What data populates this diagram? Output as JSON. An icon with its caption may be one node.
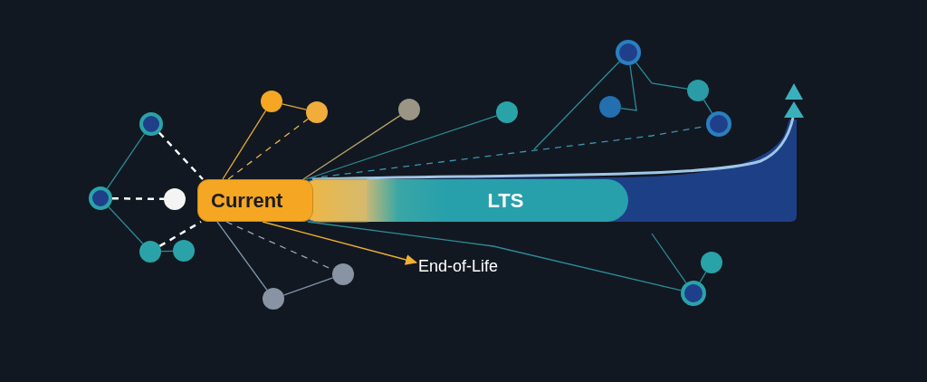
{
  "diagram": {
    "nodes": [
      {
        "text": [
          "Current"
        ]
      },
      {
        "text": [
          "LTS"
        ]
      },
      {
        "text": [
          "End-of-Life"
        ]
      },
      {
        "text": [],
        "shape": "circle"
      },
      {
        "text": [],
        "shape": "circle"
      },
      {
        "text": [],
        "shape": "circle"
      },
      {
        "text": [],
        "shape": "circle"
      },
      {
        "text": [],
        "shape": "circle"
      },
      {
        "text": [],
        "shape": "circle"
      },
      {
        "text": [],
        "shape": "circle"
      },
      {
        "text": [],
        "shape": "circle"
      },
      {
        "text": [],
        "shape": "circle"
      },
      {
        "text": [],
        "shape": "circle"
      },
      {
        "text": [],
        "shape": "circle"
      },
      {
        "text": [],
        "shape": "circle"
      },
      {
        "text": [],
        "shape": "circle"
      },
      {
        "text": [],
        "shape": "circle"
      },
      {
        "text": [],
        "shape": "circle"
      },
      {
        "text": [],
        "shape": "circle"
      },
      {
        "text": [],
        "shape": "circle"
      }
    ],
    "edges": [
      {
        "from": 4,
        "to": 3,
        "arrow": "none"
      },
      {
        "from": 4,
        "to": 6,
        "arrow": "none"
      },
      {
        "from": 3,
        "to": 0,
        "arrow": "none",
        "style": "dashed",
        "color": "#ffffff"
      },
      {
        "from": 4,
        "to": 5,
        "arrow": "none",
        "style": "dashed",
        "color": "#ffffff"
      },
      {
        "from": 6,
        "to": 0,
        "arrow": "none",
        "style": "dashed",
        "color": "#ffffff"
      },
      {
        "from": 6,
        "to": 7,
        "arrow": "none"
      },
      {
        "from": 0,
        "to": 8,
        "arrow": "none",
        "color": "#e0a83a"
      },
      {
        "from": 8,
        "to": 9,
        "arrow": "none",
        "color": "#e0a83a"
      },
      {
        "from": 0,
        "to": 9,
        "arrow": "none",
        "style": "dashed",
        "color": "#e8b84a"
      },
      {
        "from": 0,
        "to": 10,
        "arrow": "none",
        "color": "#b5a36a"
      },
      {
        "from": 0,
        "to": 11,
        "arrow": "none"
      },
      {
        "from": 0,
        "to": 15,
        "arrow": "none",
        "style": "dashed",
        "color": "#3a95b5"
      },
      {
        "from": 12,
        "to": null,
        "arrow": "none"
      },
      {
        "from": 12,
        "to": 13,
        "arrow": "none"
      },
      {
        "from": 12,
        "to": 14,
        "arrow": "none"
      },
      {
        "from": 14,
        "to": 15,
        "arrow": "none"
      },
      {
        "from": 0,
        "to": 17,
        "arrow": "none"
      },
      {
        "from": 16,
        "to": 17,
        "arrow": "none"
      },
      {
        "from": null,
        "to": 17,
        "arrow": "none"
      },
      {
        "from": 0,
        "to": 2,
        "arrow": "to",
        "color": "#f0b030"
      },
      {
        "from": 0,
        "to": 18,
        "arrow": "none",
        "style": "dashed",
        "color": "#9aa6b8"
      },
      {
        "from": 0,
        "to": 19,
        "arrow": "none",
        "color": "#7f9bb0"
      },
      {
        "from": 18,
        "to": 19,
        "arrow": "none",
        "color": "#8093a8"
      }
    ]
  }
}
